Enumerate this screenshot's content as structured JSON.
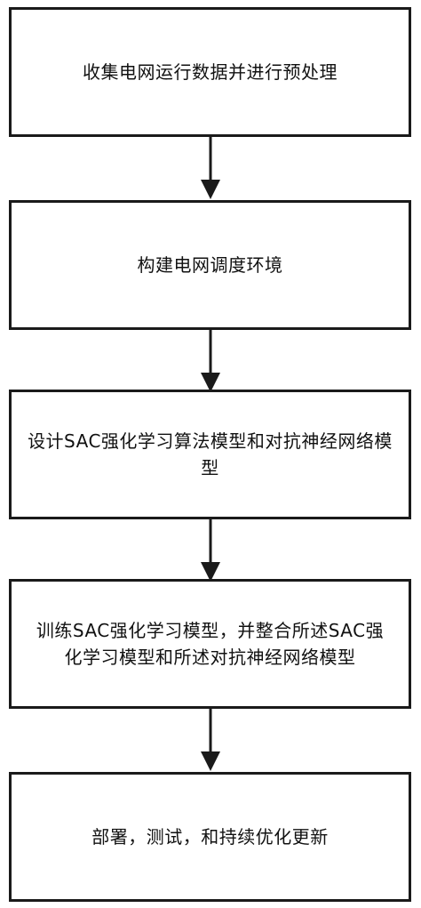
{
  "flowchart": {
    "steps": [
      "收集电网运行数据并进行预处理",
      "构建电网调度环境",
      "设计SAC强化学习算法模型和对抗神经网络模型",
      "训练SAC强化学习模型，并整合所述SAC强化学习模型和所述对抗神经网络模型",
      "部署，测试，和持续优化更新"
    ],
    "line_color": "#1a1a1a"
  }
}
